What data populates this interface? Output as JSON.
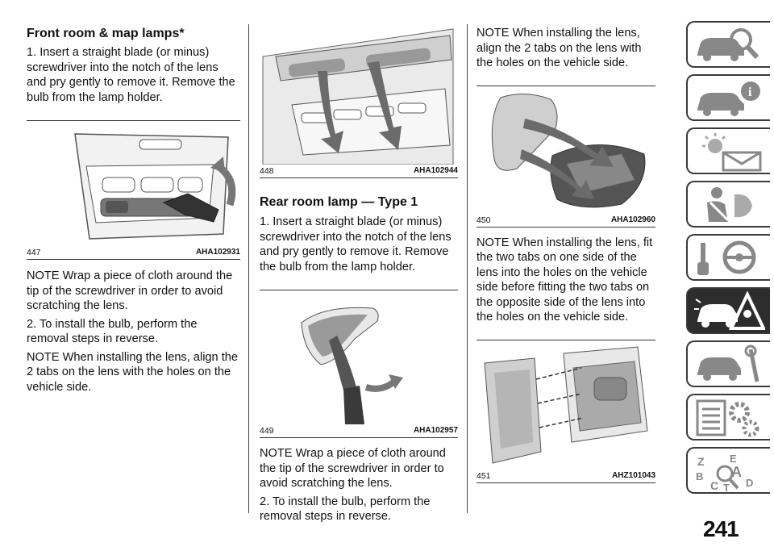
{
  "left_column": {
    "heading": "Front room & map lamps*",
    "step1": "1. Insert a straight blade (or minus) screwdriver into the notch of the lens and pry gently to remove it. Remove the bulb from the lamp holder.",
    "fig447": {
      "number": "447",
      "code": "AHA102931"
    },
    "note1": "NOTE Wrap a piece of cloth around the tip of the screwdriver in order to avoid scratching the lens.",
    "step2": "2. To install the bulb, perform the removal steps in reverse.",
    "note2": "NOTE When installing the lens, align the 2 tabs on the lens with the holes on the vehicle side."
  },
  "middle_column": {
    "fig448": {
      "number": "448",
      "code": "AHA102944"
    },
    "heading": "Rear room lamp — Type 1",
    "step1": "1. Insert a straight blade (or minus) screwdriver into the notch of the lens and pry gently to remove it. Remove the bulb from the lamp holder.",
    "fig449": {
      "number": "449",
      "code": "AHA102957"
    },
    "note1": "NOTE Wrap a piece of cloth around the tip of the screwdriver in order to avoid scratching the lens.",
    "step2": "2. To install the bulb, perform the removal steps in reverse."
  },
  "right_column": {
    "note1": "NOTE When installing the lens, align the 2 tabs on the lens with the holes on the vehicle side.",
    "fig450": {
      "number": "450",
      "code": "AHA102960"
    },
    "note2": "NOTE When installing the lens, fit the two tabs on one side of the lens into the holes on the vehicle side before fitting the two tabs on the opposite side of the lens into the holes on the vehicle side.",
    "fig451": {
      "number": "451",
      "code": "AHZ101043"
    }
  },
  "side_tabs": [
    {
      "icon": "car-magnifier-icon",
      "active": false
    },
    {
      "icon": "car-info-icon",
      "active": false
    },
    {
      "icon": "warning-lights-mail-icon",
      "active": false
    },
    {
      "icon": "seatbelt-airbag-icon",
      "active": false
    },
    {
      "icon": "key-steering-wheel-icon",
      "active": false
    },
    {
      "icon": "car-breakdown-warning-icon",
      "active": true
    },
    {
      "icon": "car-service-tools-icon",
      "active": false
    },
    {
      "icon": "specifications-gears-icon",
      "active": false
    },
    {
      "icon": "index-alphabet-icon",
      "active": false
    }
  ],
  "index_letters": [
    "Z",
    "E",
    "A",
    "B",
    "C",
    "T",
    "D"
  ],
  "page_number": "241",
  "colors": {
    "active_tab": "#2d2d2d",
    "tab_border": "#3a3a3a",
    "arrow_fill": "#6b6b6b"
  }
}
